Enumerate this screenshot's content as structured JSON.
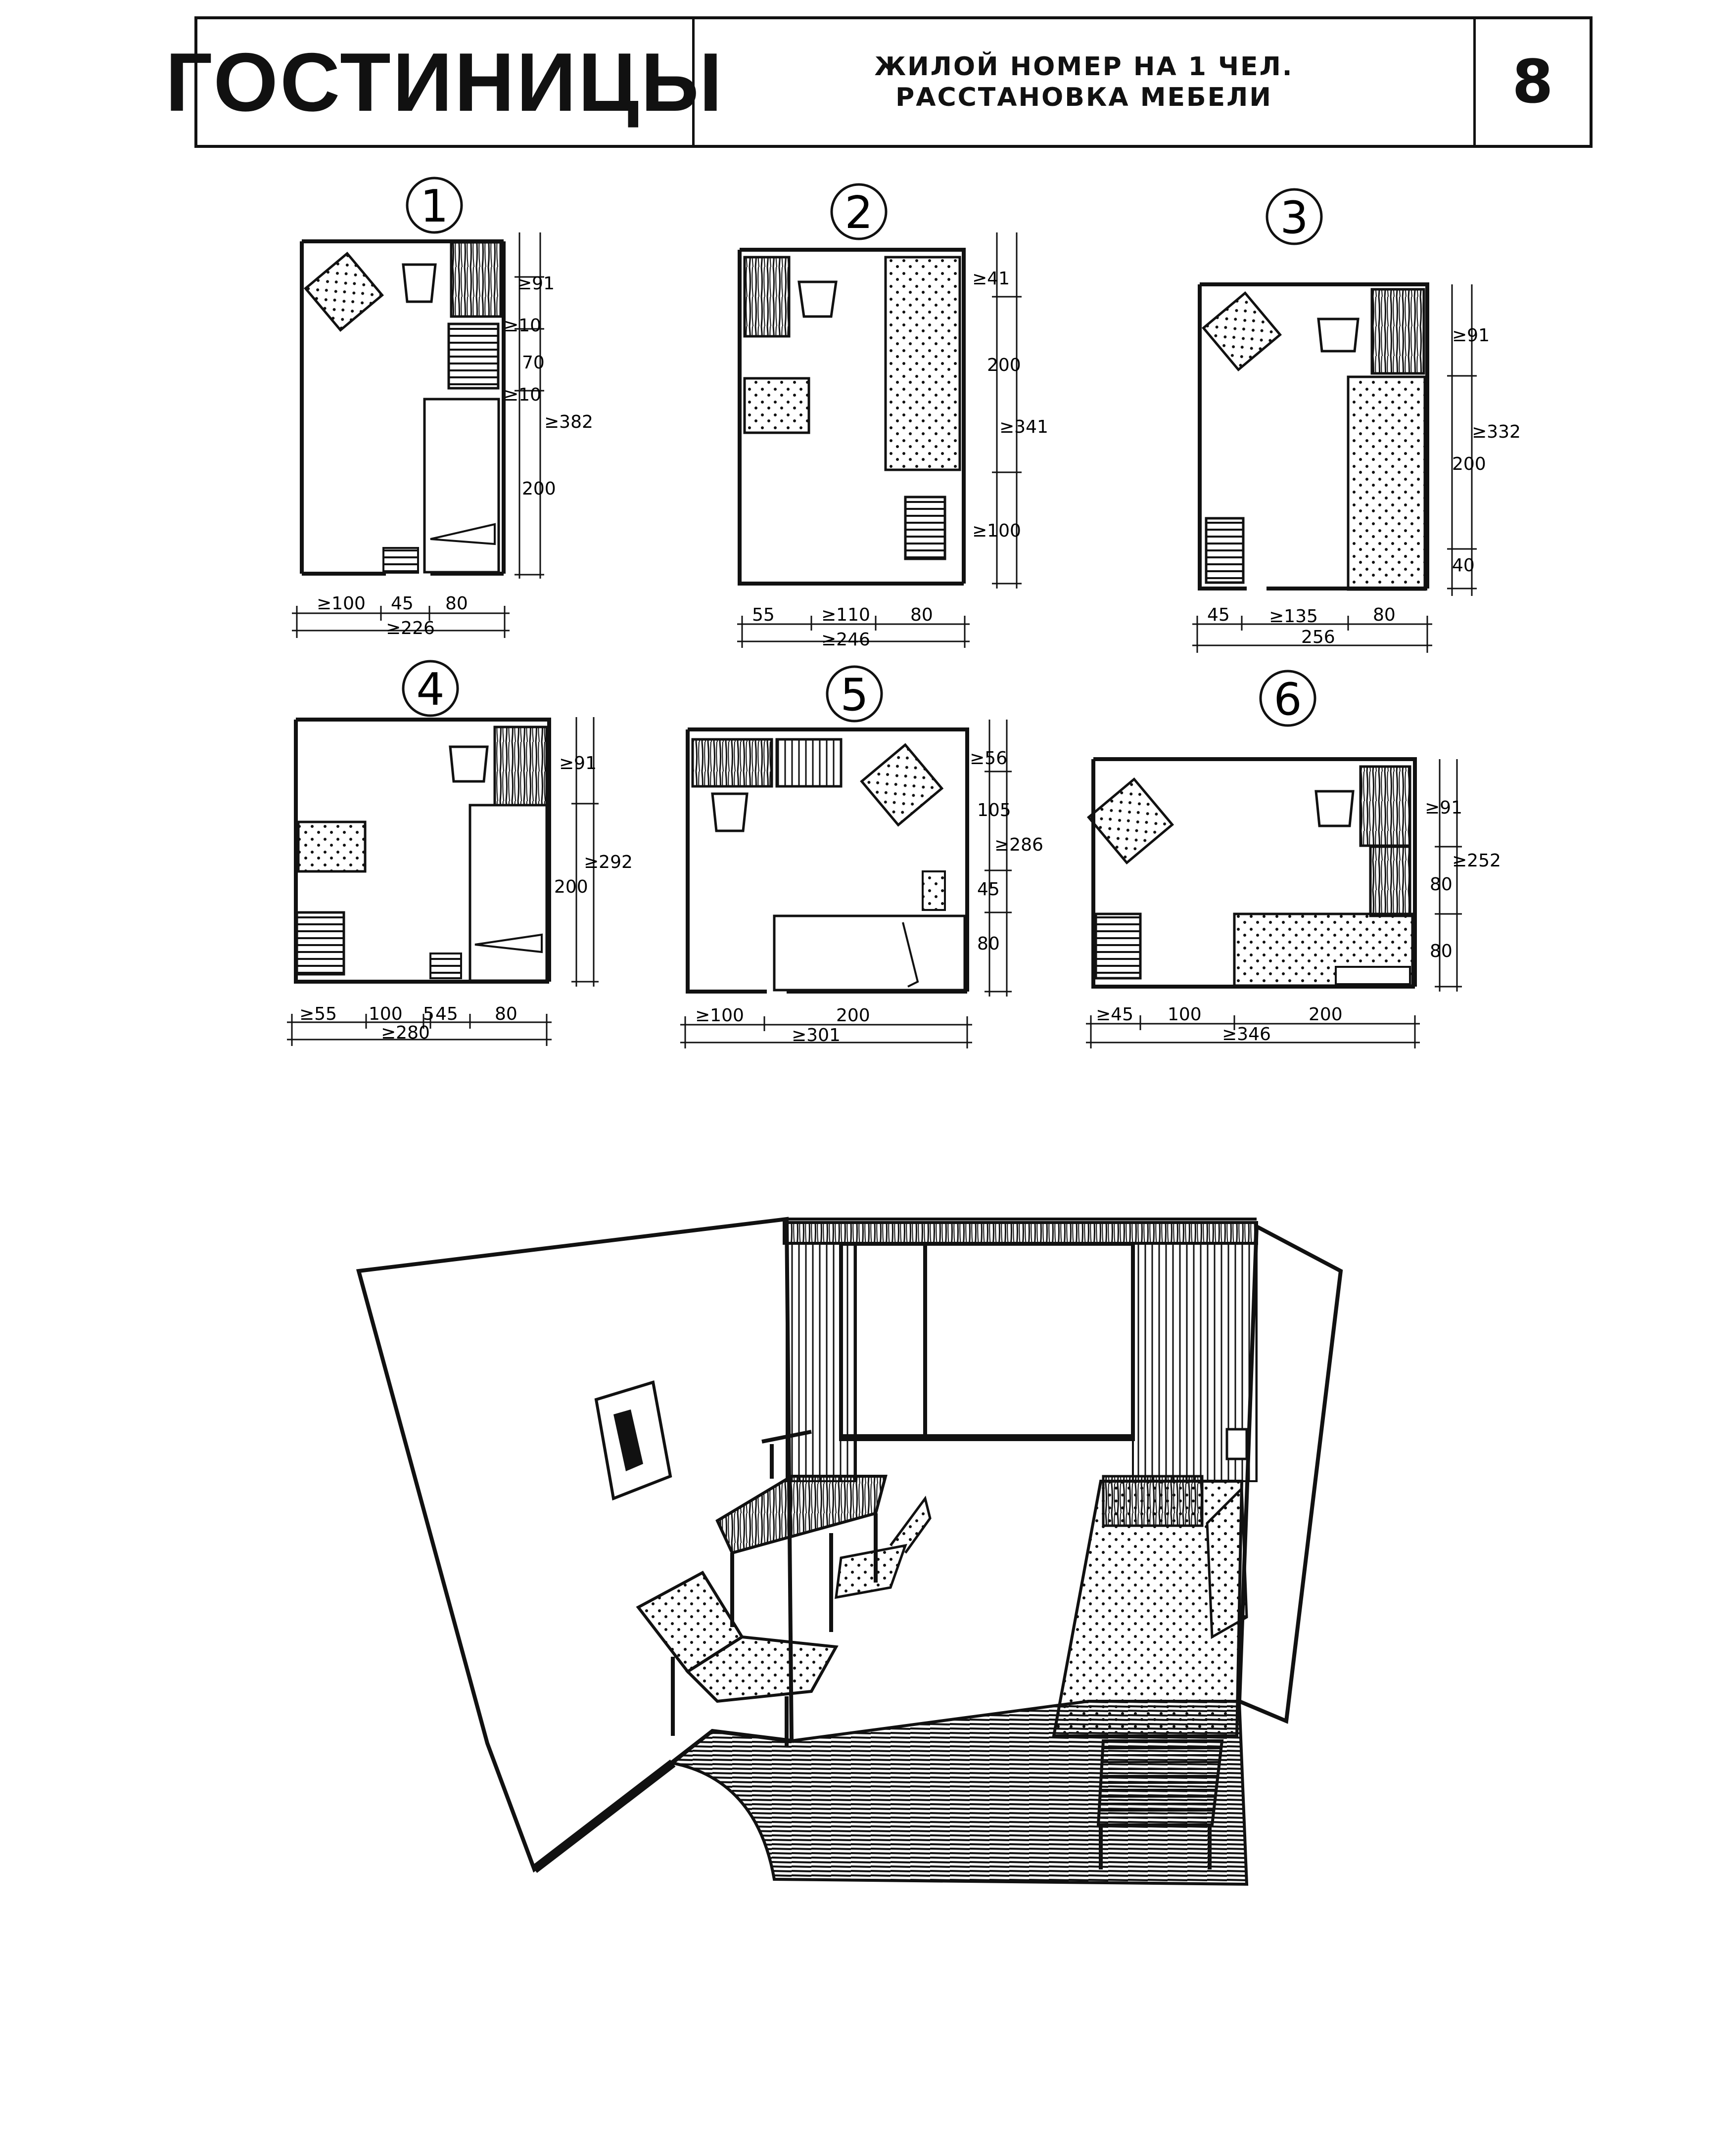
{
  "header": {
    "title": "ГОСТИНИЦЫ",
    "subtitle_line1": "ЖИЛОЙ НОМЕР НА 1 ЧЕЛ.",
    "subtitle_line2": "РАССТАНОВКА МЕБЕЛИ",
    "sheet_number": "8"
  },
  "plans": [
    {
      "number": "1",
      "vertical_dims": [
        "≥91",
        "≥10",
        "70",
        "≥10",
        "200"
      ],
      "vertical_total": "≥382",
      "horizontal_dims": [
        "≥100",
        "45",
        "80"
      ],
      "horizontal_total": "≥226"
    },
    {
      "number": "2",
      "vertical_dims": [
        "≥41",
        "200",
        "≥100"
      ],
      "vertical_total": "≥341",
      "horizontal_dims": [
        "55",
        "≥110",
        "80"
      ],
      "horizontal_total": "≥246"
    },
    {
      "number": "3",
      "vertical_dims": [
        "≥91",
        "200",
        "40"
      ],
      "vertical_total": "≥332",
      "horizontal_dims": [
        "45",
        "≥135",
        "80"
      ],
      "horizontal_total": "256"
    },
    {
      "number": "4",
      "vertical_dims": [
        "≥91",
        "200"
      ],
      "vertical_total": "≥292",
      "horizontal_dims": [
        "≥55",
        "100",
        "5",
        "45",
        "80"
      ],
      "horizontal_total": "≥280"
    },
    {
      "number": "5",
      "vertical_dims": [
        "≥56",
        "105",
        "45",
        "80"
      ],
      "vertical_total": "≥286",
      "horizontal_dims": [
        "≥100",
        "200"
      ],
      "horizontal_total": "≥301"
    },
    {
      "number": "6",
      "vertical_dims": [
        "≥91",
        "80",
        "80"
      ],
      "vertical_total": "≥252",
      "horizontal_dims": [
        "≥45",
        "100",
        "200"
      ],
      "horizontal_total": "≥346"
    }
  ]
}
